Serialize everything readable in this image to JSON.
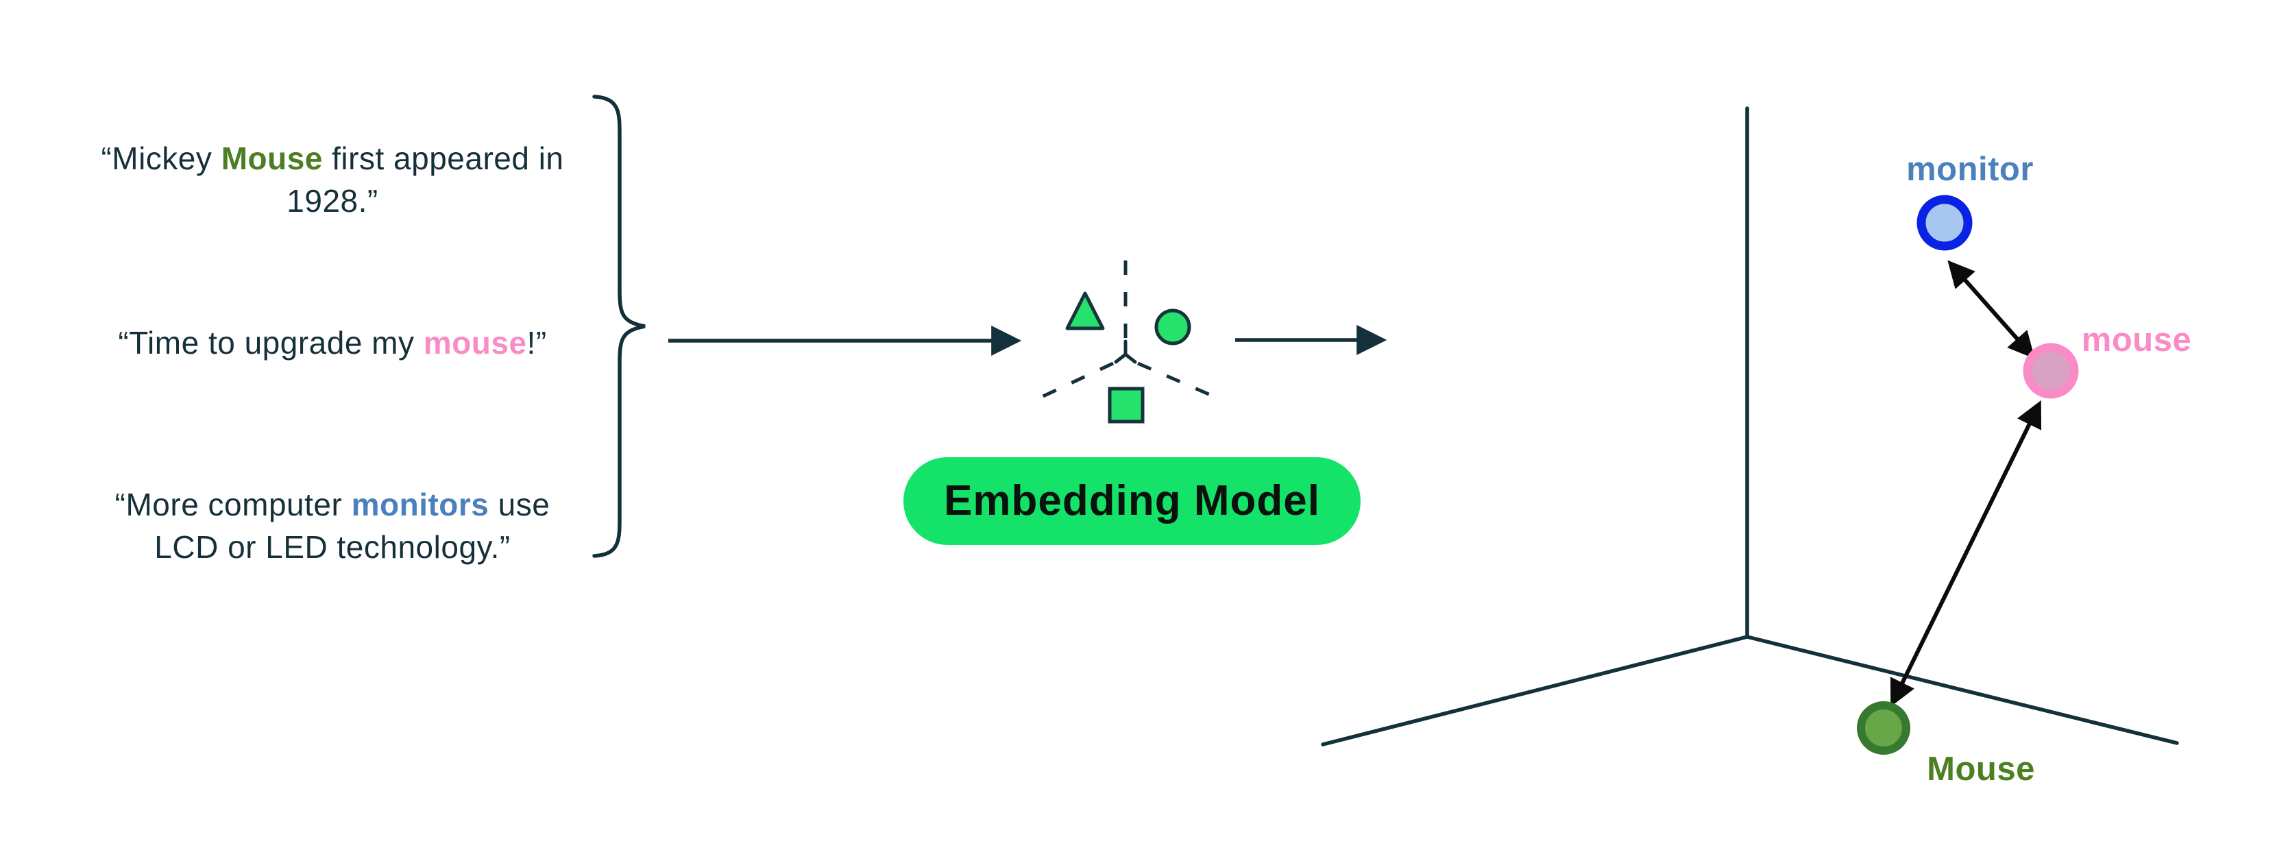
{
  "palette": {
    "text_dark": "#16303a",
    "line_dark": "#14303b",
    "arrow_black": "#0b0b0b",
    "shape_green": "#26e26d",
    "shape_outline": "#17333c"
  },
  "sentences": [
    {
      "part1": "“Mickey ",
      "keyword": "Mouse",
      "part2": " first appeared in",
      "part3": "1928.”",
      "keyword_color": "#4d7e23"
    },
    {
      "part1": "“Time to upgrade my ",
      "keyword": "mouse",
      "part2": "!”",
      "keyword_color": "#f98cc6"
    },
    {
      "part1": "“More computer ",
      "keyword": "monitors",
      "part2": " use",
      "part3": "LCD or LED technology.”",
      "keyword_color": "#4a81bd"
    }
  ],
  "embedding_model": {
    "label": "Embedding Model",
    "bg": "#15e268",
    "text_color": "#0b120d"
  },
  "plot": {
    "points": [
      {
        "label": "monitor",
        "color": "#4a81bd",
        "fill": "#a8c7f0",
        "stroke": "#0a22e4"
      },
      {
        "label": "mouse",
        "color": "#f98cc6",
        "fill": "#d8a2c4",
        "stroke": "#f98cc6"
      },
      {
        "label": "Mouse",
        "color": "#4c7f22",
        "fill": "#68a748",
        "stroke": "#36792f"
      }
    ]
  }
}
